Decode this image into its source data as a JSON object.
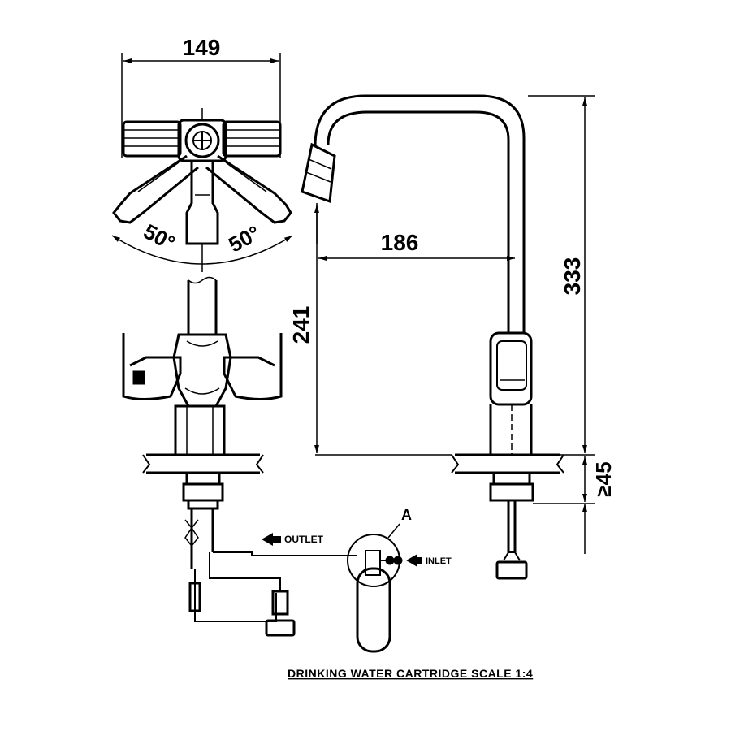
{
  "dimensions": {
    "top_width": "149",
    "angle_left": "50°",
    "angle_right": "50°",
    "spout_reach": "186",
    "spout_height": "241",
    "total_height": "333",
    "deck_thickness": "≥45"
  },
  "labels": {
    "outlet": "OUTLET",
    "inlet": "INLET",
    "detail": "A"
  },
  "caption": "DRINKING WATER CARTRIDGE SCALE 1:4"
}
